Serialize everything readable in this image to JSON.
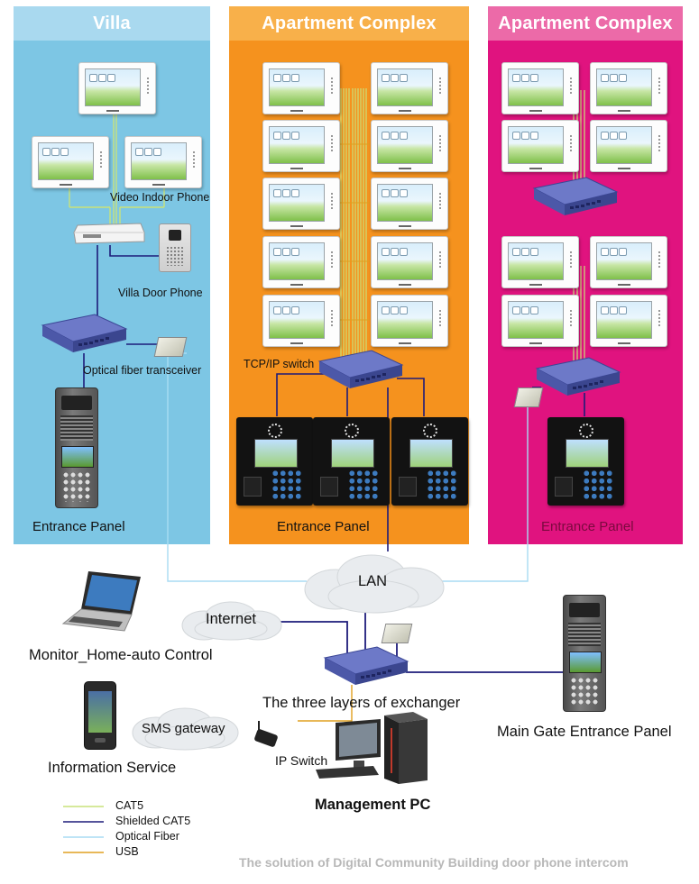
{
  "panels": {
    "villa": {
      "title": "Villa",
      "color": "#7dc6e4",
      "header_color": "#a9d9ef"
    },
    "apt1": {
      "title": "Apartment Complex",
      "color": "#f5921e",
      "header_color": "#f8b04a"
    },
    "apt2": {
      "title": "Apartment Complex",
      "color": "#e0137f",
      "header_color": "#ec6aa8"
    }
  },
  "labels": {
    "video_indoor_phone": "Video Indoor Phone",
    "villa_door_phone": "Villa Door Phone",
    "optical_fiber_transceiver": "Optical fiber transceiver",
    "villa_entrance_panel": "Entrance Panel",
    "tcpip_switch": "TCP/IP switch",
    "apt1_entrance_panel": "Entrance Panel",
    "apt2_entrance_panel": "Entrance Panel",
    "lan": "LAN",
    "internet": "Internet",
    "monitor_control": "Monitor_Home-auto Control",
    "three_layers": "The three layers of exchanger",
    "sms_gateway": "SMS gateway",
    "information_service": "Information Service",
    "ip_switch": "IP Switch",
    "management_pc": "Management  PC",
    "main_gate_panel": "Main Gate Entrance Panel",
    "caption": "The solution of Digital Community Building door phone intercom"
  },
  "legend": [
    {
      "label": "CAT5",
      "color": "#c9e27a"
    },
    {
      "label": "Shielded CAT5",
      "color": "#1d1b7a"
    },
    {
      "label": "Optical Fiber",
      "color": "#a8dcf3"
    },
    {
      "label": "USB",
      "color": "#e0a020"
    }
  ],
  "colors": {
    "cat5": "#c9e27a",
    "shielded": "#1d1b7a",
    "fiber": "#a8dcf3",
    "usb": "#e0a020"
  }
}
